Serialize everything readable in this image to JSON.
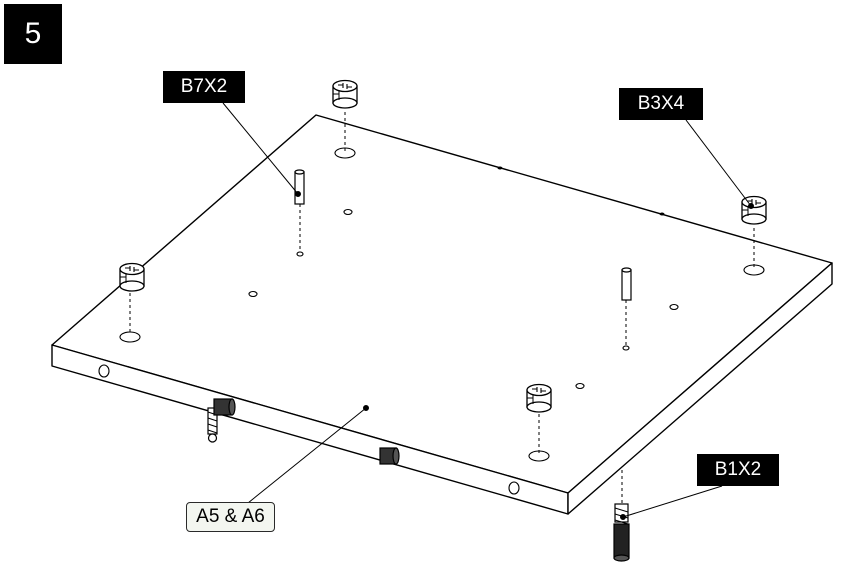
{
  "step": {
    "number": "5"
  },
  "callouts": {
    "cam_bolt_label": "B7X2",
    "cam_lock_label": "B3X4",
    "dowel_label": "B1X2"
  },
  "panel": {
    "label": "A5 & A6"
  }
}
